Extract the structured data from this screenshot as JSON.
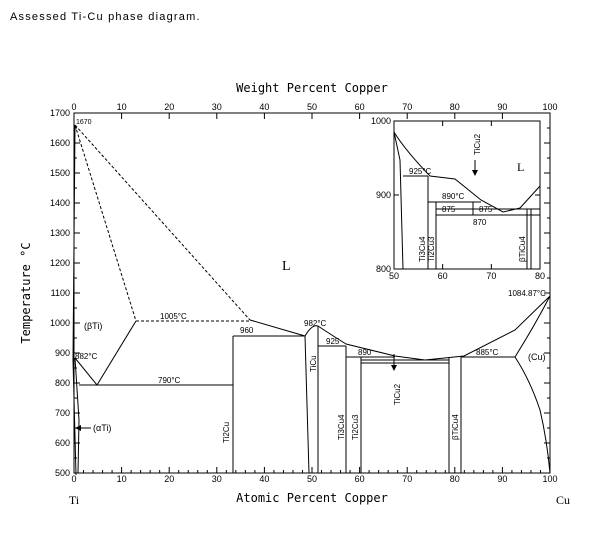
{
  "caption": "Assessed Ti-Cu phase diagram.",
  "axes": {
    "top_title": "Weight Percent Copper",
    "bottom_title": "Atomic Percent Copper",
    "left_title": "Temperature °C",
    "top_ticks": [
      "0",
      "10",
      "20",
      "30",
      "40",
      "50",
      "60",
      "70",
      "80",
      "90",
      "100"
    ],
    "bottom_ticks": [
      "0",
      "10",
      "20",
      "30",
      "40",
      "50",
      "60",
      "70",
      "80",
      "90",
      "100"
    ],
    "left_ticks": [
      "500",
      "600",
      "700",
      "800",
      "900",
      "1000",
      "1100",
      "1200",
      "1300",
      "1400",
      "1500",
      "1600",
      "1700"
    ],
    "element_left": "Ti",
    "element_right": "Cu"
  },
  "labels": {
    "melt_ti": "1670",
    "t882": "882°C",
    "t790": "790°C",
    "t1005": "1005°C",
    "t960": "960",
    "t982": "982°C",
    "t925": "925",
    "t890": "890",
    "t885": "885°C",
    "t1084": "1084.87°C",
    "beta_ti": "(βTi)",
    "alpha_ti": "(αTi)",
    "cu_phase": "(Cu)",
    "liquid": "L",
    "ti2cu": "Ti2Cu",
    "ticu": "TiCu",
    "ti3cu4": "Ti3Cu4",
    "ti2cu3": "Ti2Cu3",
    "ticu2": "TiCu2",
    "beta_ticu4": "βTiCu4"
  },
  "inset": {
    "x_ticks": [
      "50",
      "60",
      "70",
      "80"
    ],
    "y_ticks": [
      "800",
      "900",
      "1000"
    ],
    "t925": "925°C",
    "t890": "890°C",
    "t875a": "875",
    "t875b": "875",
    "t870": "870",
    "liquid": "L",
    "ticu2": "TiCu2",
    "ti3cu4": "Ti3Cu4",
    "ti2cu3": "Ti2Cu3",
    "beta_ticu4": "βTiCu4"
  }
}
